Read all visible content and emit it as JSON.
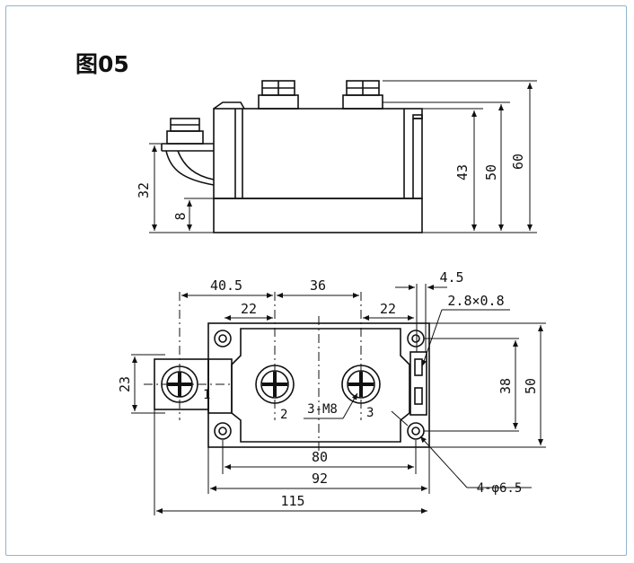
{
  "title": "图05",
  "side_view": {
    "dims": {
      "d32": "32",
      "d8": "8",
      "d43": "43",
      "d50": "50",
      "d60": "60"
    }
  },
  "top_view": {
    "dims": {
      "d40_5": "40.5",
      "d36": "36",
      "d22_left": "22",
      "d22_right": "22",
      "d4_5": "4.5",
      "d2_8x0_8": "2.8×0.8",
      "d23": "23",
      "d38": "38",
      "d50": "50",
      "d80": "80",
      "d92": "92",
      "d115": "115",
      "d3_M8": "3-M8",
      "d4_phi6_5": "4-φ6.5"
    },
    "terminals": {
      "t1": "1",
      "t2": "2",
      "t3": "3"
    }
  }
}
